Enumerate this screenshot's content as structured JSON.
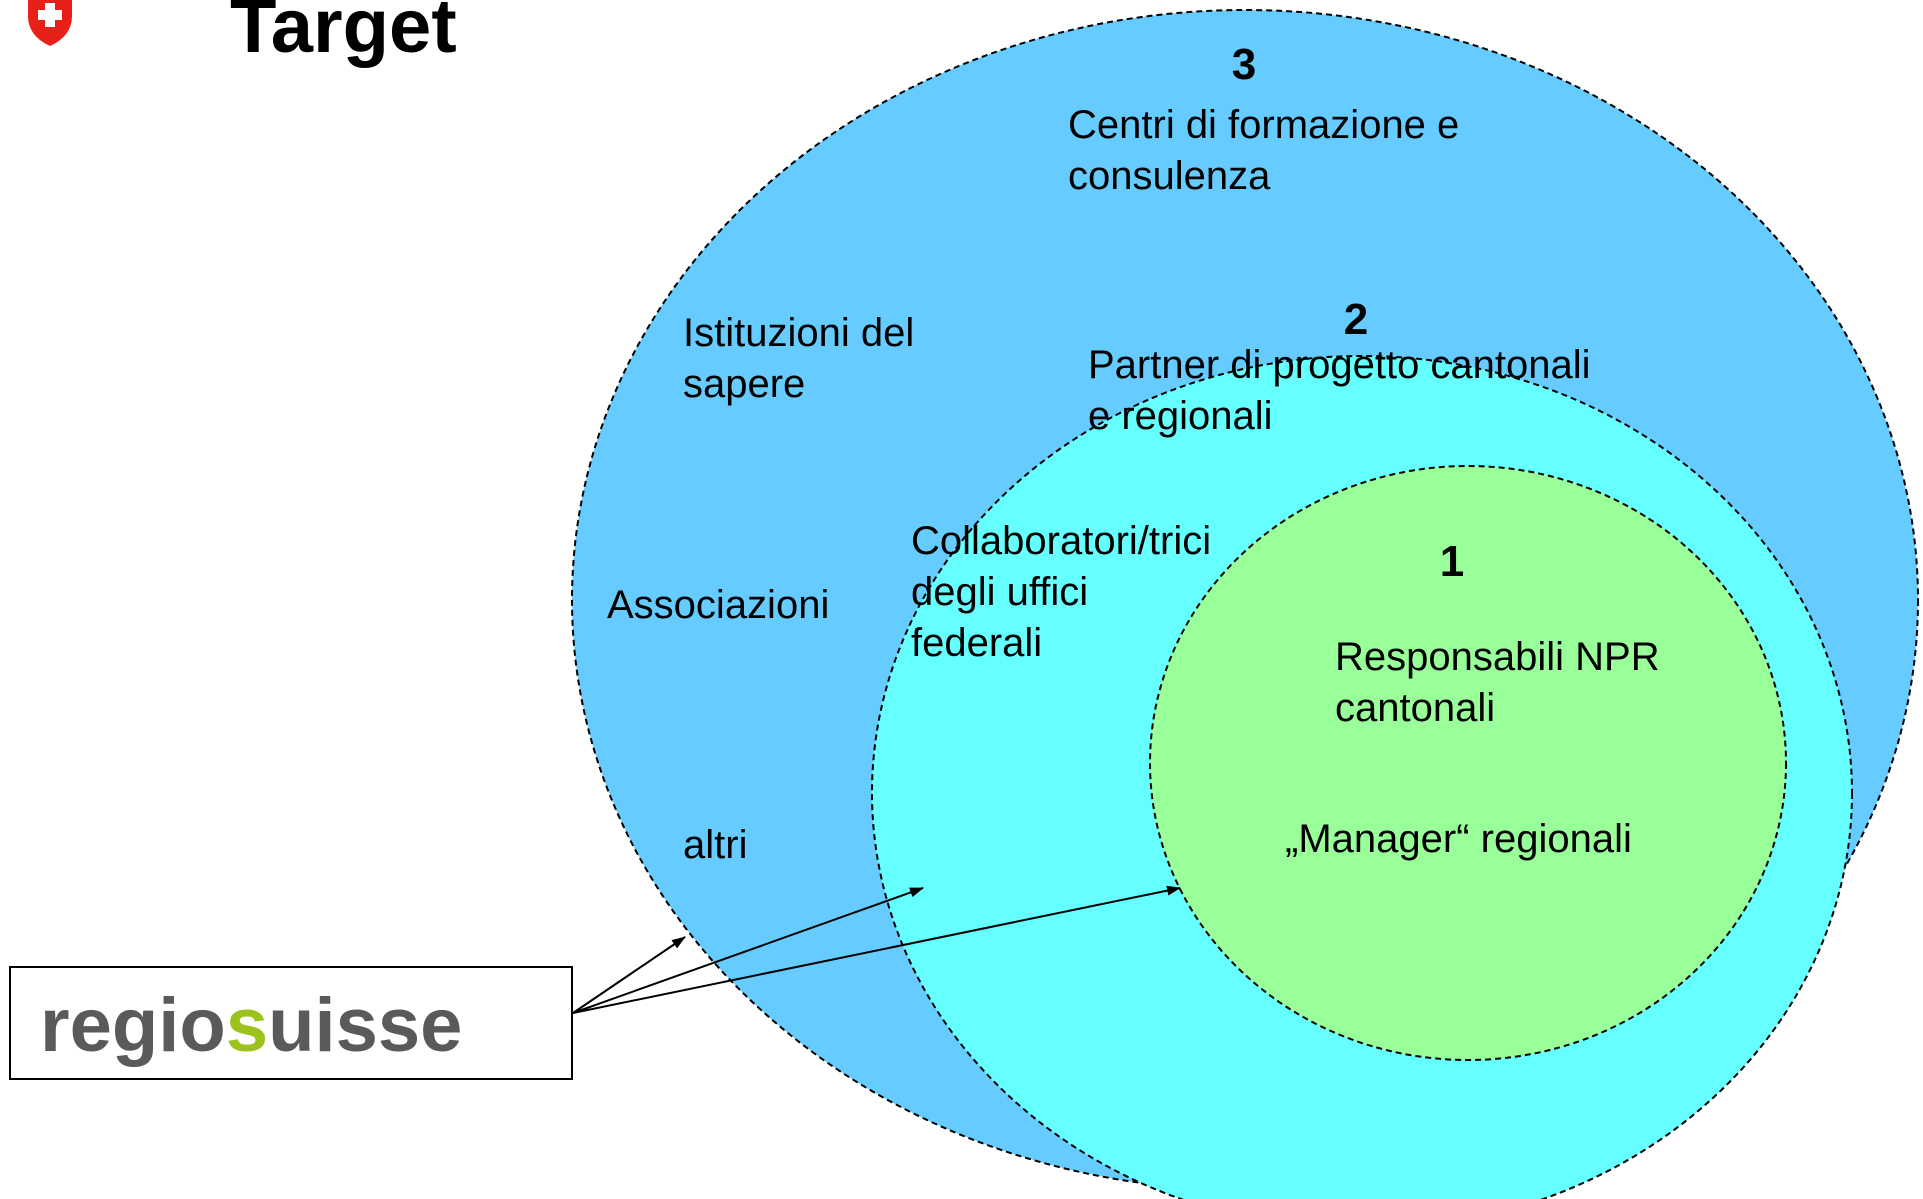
{
  "title": "Target",
  "logo": {
    "text_before": "regio",
    "text_accent": "s",
    "text_after": "uisse",
    "accent_color": "#9bc31c",
    "text_color": "#5a5a5a"
  },
  "colors": {
    "outer_circle": "#66ccff",
    "middle_circle": "#66ffff",
    "inner_circle": "#99ff99",
    "swiss_red": "#e8201a"
  },
  "circles": {
    "outer": {
      "number": "3",
      "label_top": [
        "Centri di formazione e",
        "consulenza"
      ],
      "label_left_1": [
        "Istituzioni del",
        "sapere"
      ],
      "label_left_2": "Associazioni",
      "label_left_3": "altri"
    },
    "middle": {
      "number": "2",
      "label_top": [
        "Partner di progetto cantonali",
        "e regionali"
      ],
      "label_left": [
        "Collaboratori/trici",
        "degli uffici",
        "federali"
      ]
    },
    "inner": {
      "number": "1",
      "label_1": [
        "Responsabili NPR",
        "cantonali"
      ],
      "label_2": "„Manager“ regionali"
    }
  }
}
